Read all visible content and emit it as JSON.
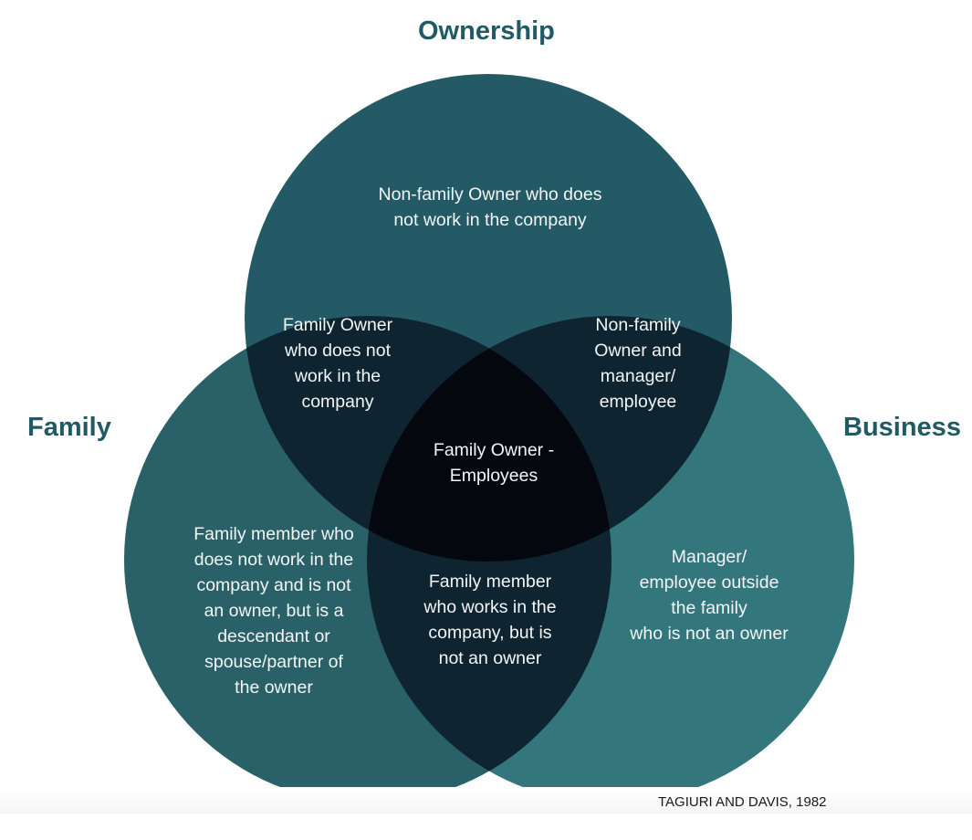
{
  "diagram": {
    "type": "venn",
    "sets": [
      {
        "id": "ownership",
        "label": "Ownership",
        "color": "#245a65"
      },
      {
        "id": "family",
        "label": "Family",
        "color": "#2a6169"
      },
      {
        "id": "business",
        "label": "Business",
        "color": "#33767b"
      }
    ],
    "intersection_colors": {
      "pair": "#0e2430",
      "triple": "#05070f"
    },
    "regions": {
      "ownership_only": "Non-family Owner who does\nnot work in the company",
      "family_ownership": "Family Owner\nwho does not\nwork in the\ncompany",
      "ownership_business": "Non-family\nOwner and\nmanager/\nemployee",
      "all_three": "Family Owner -\nEmployees",
      "family_only": "Family member who\ndoes not work in the\ncompany and is not\nan owner, but is a\ndescendant or\nspouse/partner of\nthe owner",
      "family_business": "Family member\nwho works in the\ncompany, but is\nnot an owner",
      "business_only": "Manager/\nemployee outside\nthe family\nwho is not an owner"
    },
    "label_color": "#1f5a65",
    "text_color": "#f2f6f7"
  },
  "citation": "TAGIURI AND DAVIS, 1982"
}
